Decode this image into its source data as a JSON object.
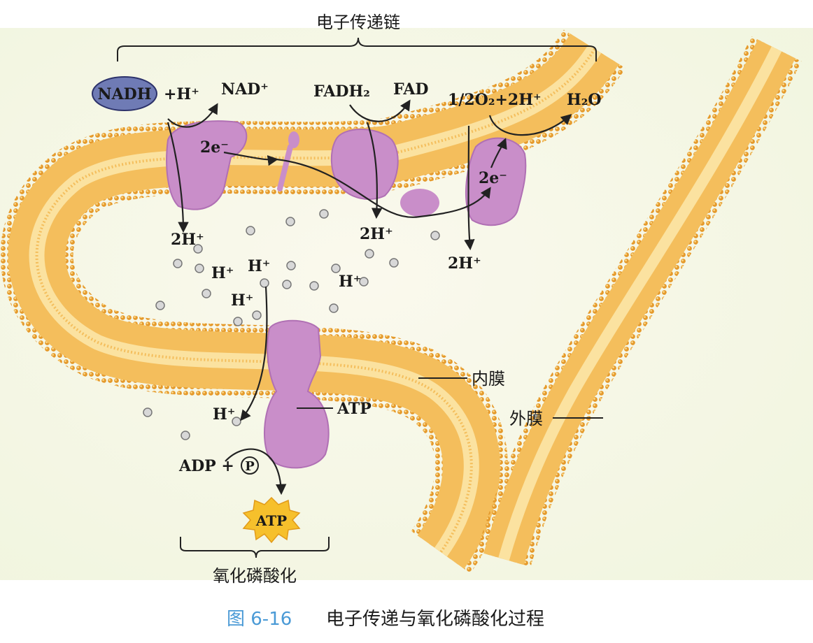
{
  "figure": {
    "top_bracket_label": "电子传递链",
    "bottom_bracket_label": "氧化磷酸化",
    "caption_number": "图 6-16",
    "caption_text": "电子传递与氧化磷酸化过程"
  },
  "labels": {
    "nadh": "NADH",
    "plus_h": "+H⁺",
    "nad_plus": "NAD⁺",
    "fadh2": "FADH₂",
    "fad": "FAD",
    "oxygen": "1/2O₂+2H⁺",
    "water": "H₂O",
    "electrons_1": "2e⁻",
    "electrons_2": "2e⁻",
    "protons_1": "2H⁺",
    "protons_2": "2H⁺",
    "protons_3": "2H⁺",
    "h_1": "H⁺",
    "h_2": "H⁺",
    "h_3": "H⁺",
    "h_4": "H⁺",
    "h_5": "H⁺",
    "atp_synthase": "ATP",
    "inner_membrane": "内膜",
    "outer_membrane": "外膜",
    "adp": "ADP +",
    "phosphate": "P",
    "atp_product": "ATP"
  },
  "colors": {
    "membrane_gold": "#f2b54a",
    "membrane_light": "#fde6a6",
    "matrix": "#f4f0d2",
    "protein": "#c98ec9",
    "nadh_oval": "#6f7bb5",
    "caption_blue": "#4a9ad6",
    "atp_star": "#f6c02c"
  }
}
